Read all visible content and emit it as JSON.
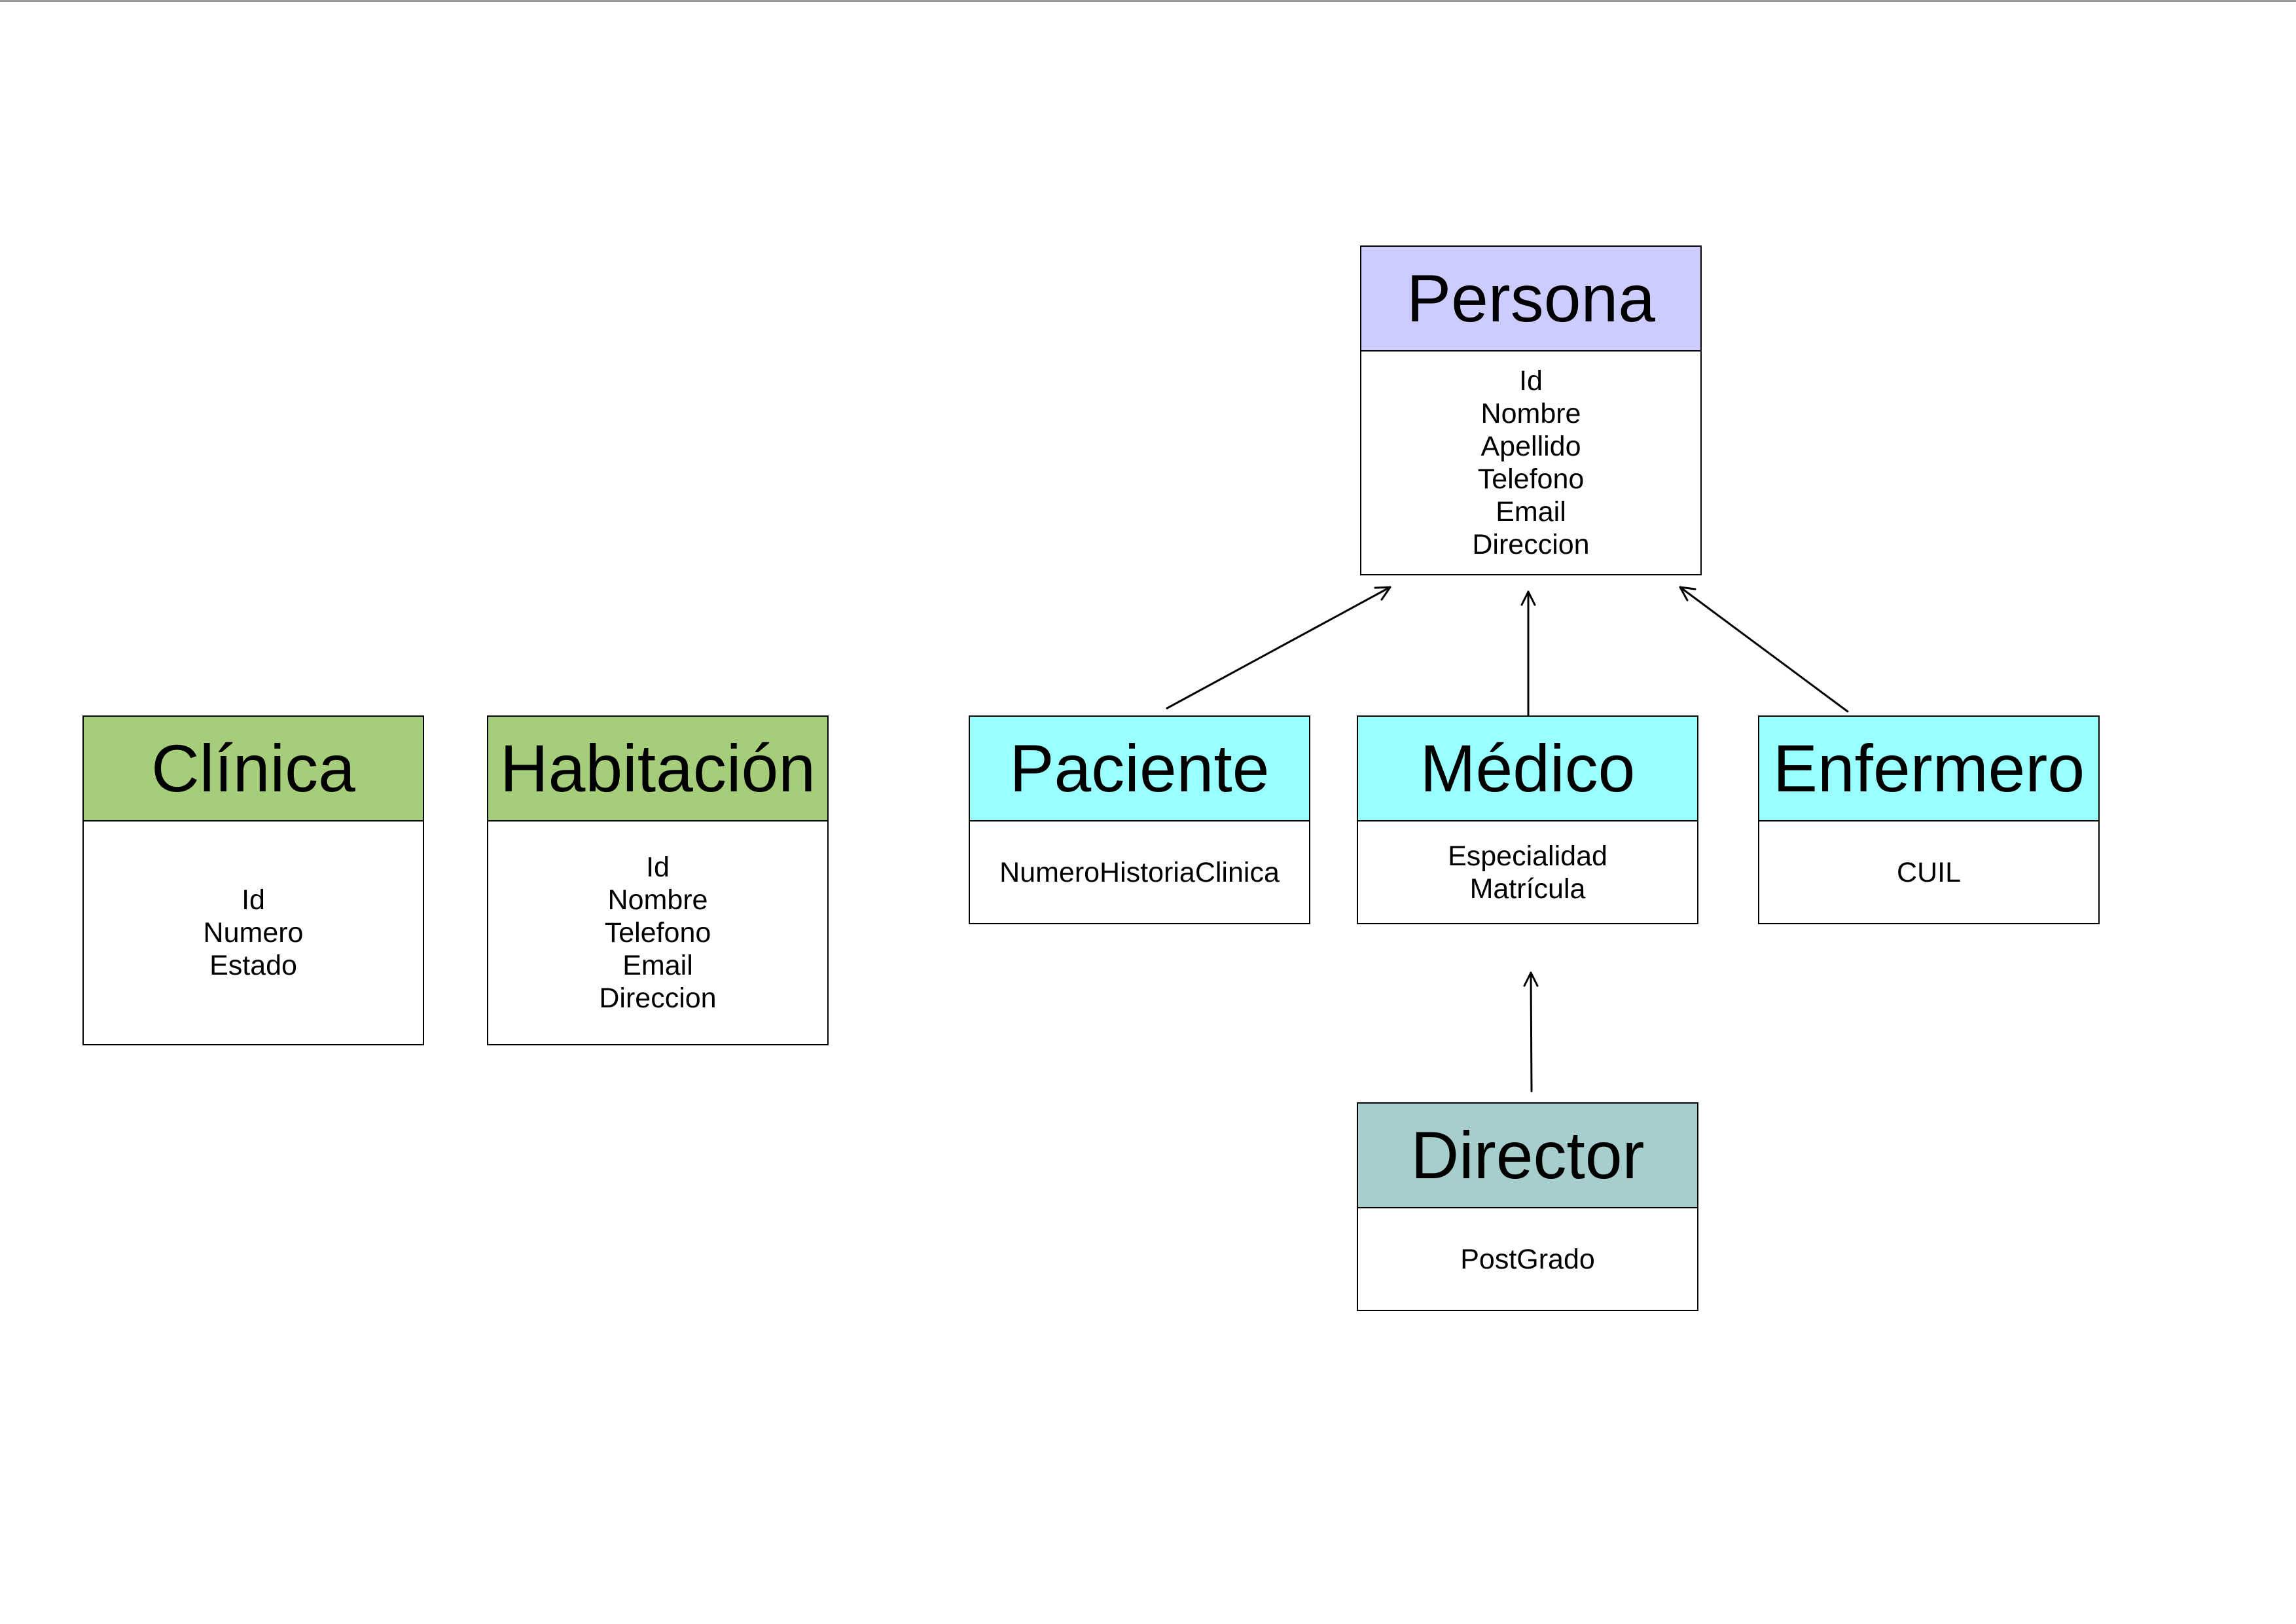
{
  "colors": {
    "entity_green": "#a5cd7a",
    "entity_cyan": "#99ffff",
    "entity_lavender": "#ccccff",
    "entity_teal": "#a5cecd",
    "line": "#000000"
  },
  "entities": {
    "clinica": {
      "name": "Clínica",
      "attributes": [
        "Id",
        "Numero",
        "Estado"
      ]
    },
    "habitacion": {
      "name": "Habitación",
      "attributes": [
        "Id",
        "Nombre",
        "Telefono",
        "Email",
        "Direccion"
      ]
    },
    "persona": {
      "name": "Persona",
      "attributes": [
        "Id",
        "Nombre",
        "Apellido",
        "Telefono",
        "Email",
        "Direccion"
      ]
    },
    "paciente": {
      "name": "Paciente",
      "attributes": [
        "NumeroHistoriaClinica"
      ]
    },
    "medico": {
      "name": "Médico",
      "attributes": [
        "Especialidad",
        "Matrícula"
      ]
    },
    "enfermero": {
      "name": "Enfermero",
      "attributes": [
        "CUIL"
      ]
    },
    "director": {
      "name": "Director",
      "attributes": [
        "PostGrado"
      ]
    }
  },
  "relationships": [
    {
      "from": "paciente",
      "to": "persona",
      "type": "inheritance"
    },
    {
      "from": "medico",
      "to": "persona",
      "type": "inheritance"
    },
    {
      "from": "enfermero",
      "to": "persona",
      "type": "inheritance"
    },
    {
      "from": "director",
      "to": "medico",
      "type": "inheritance"
    }
  ]
}
